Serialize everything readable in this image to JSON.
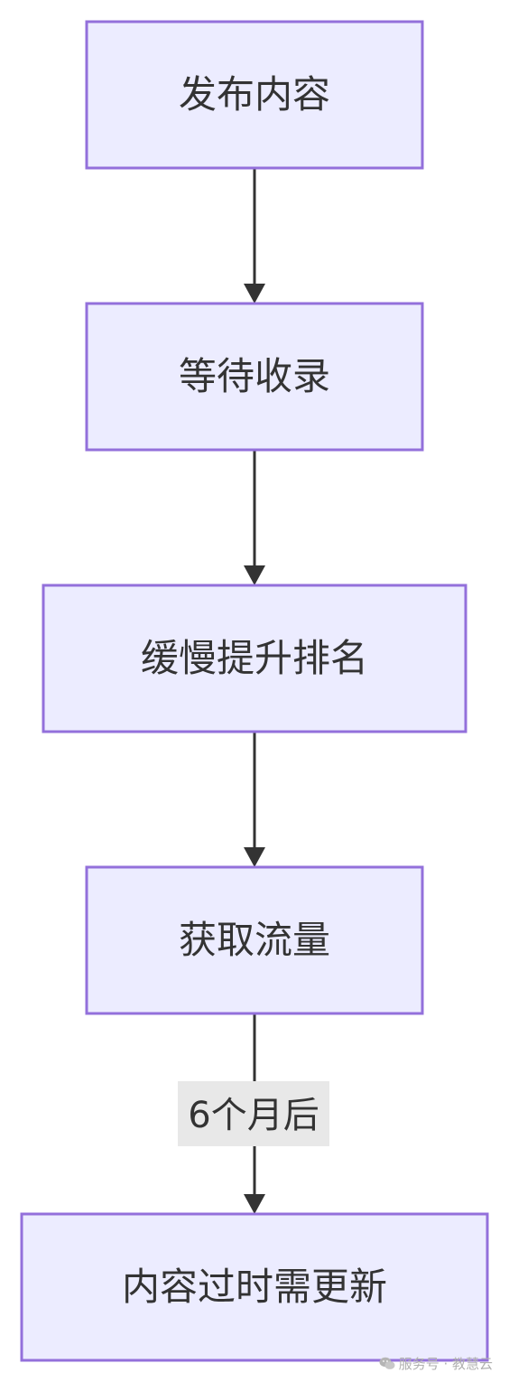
{
  "nodes": [
    {
      "label": "发布内容"
    },
    {
      "label": "等待收录"
    },
    {
      "label": "缓慢提升排名"
    },
    {
      "label": "获取流量"
    },
    {
      "label": "内容过时需更新"
    }
  ],
  "edges": [
    {
      "from": 0,
      "to": 1,
      "label": ""
    },
    {
      "from": 1,
      "to": 2,
      "label": ""
    },
    {
      "from": 2,
      "to": 3,
      "label": ""
    },
    {
      "from": 3,
      "to": 4,
      "label": "6个月后"
    }
  ],
  "watermark": {
    "text": "服务号 · 教慧云",
    "icon": "wechat-icon"
  },
  "colors": {
    "node_fill": "#ececff",
    "node_border": "#9370db",
    "edge": "#333333",
    "edge_label_bg": "#e8e8e8"
  }
}
